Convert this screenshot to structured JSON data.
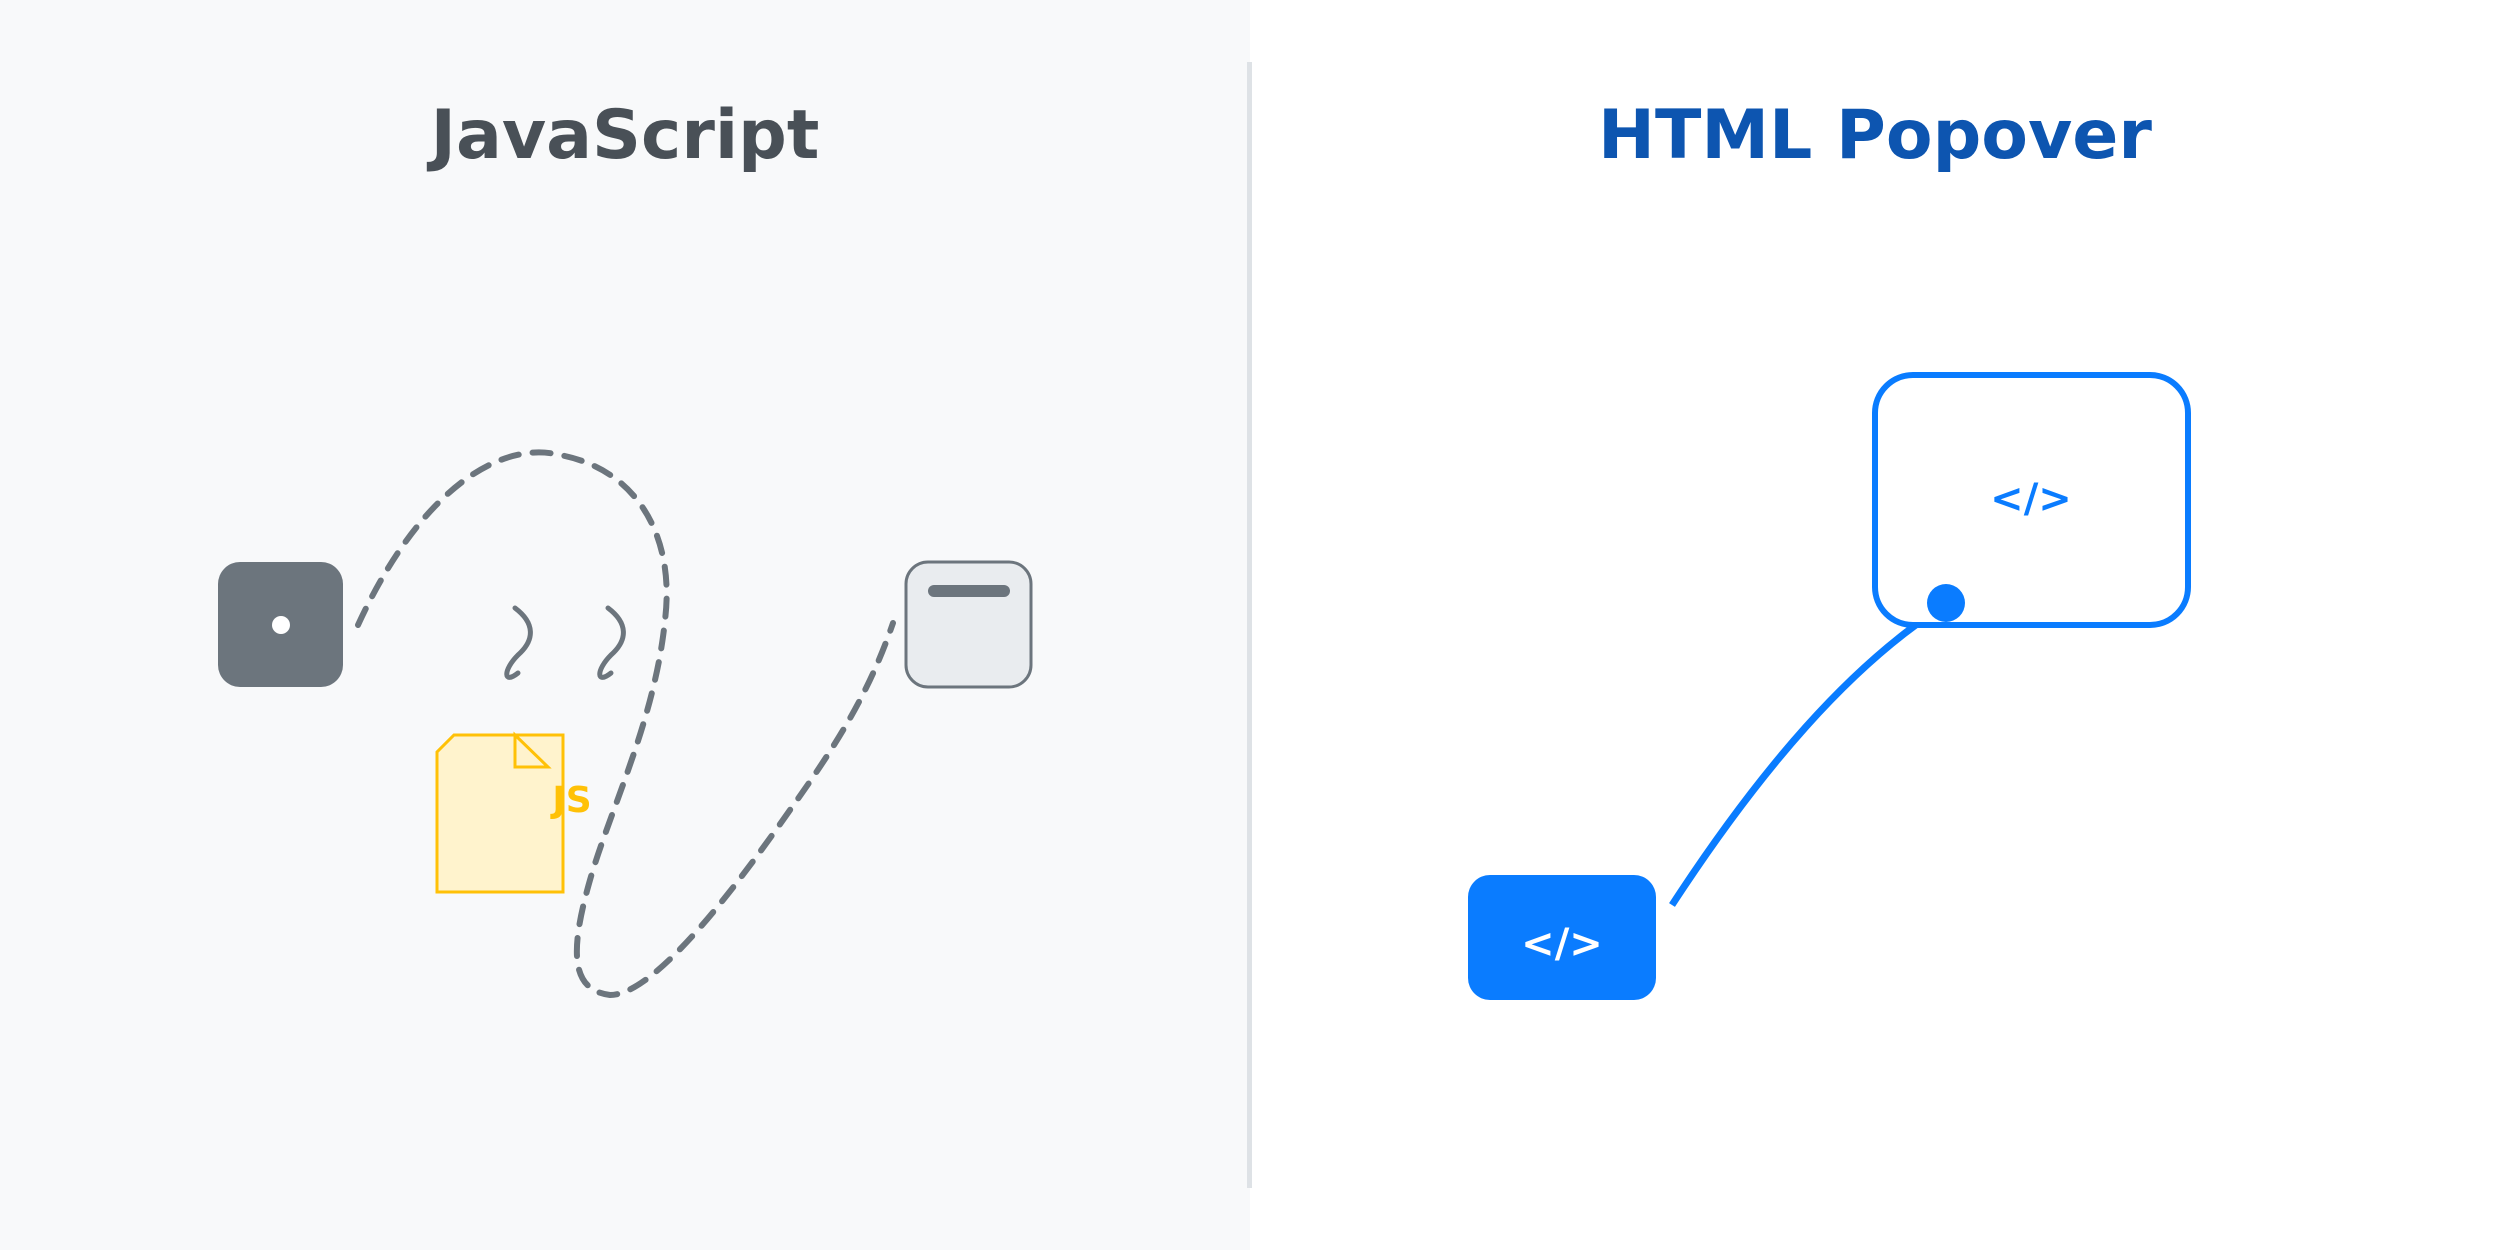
{
  "left_panel": {
    "title": "JavaScript",
    "file_icon_label": "JS",
    "colors": {
      "background": "#f8f9fa",
      "title": "#495057",
      "trigger_fill": "#6c757d",
      "dashed_path": "#6c757d",
      "file_stroke": "#ffc107",
      "file_fill": "#fff3cd",
      "popup_fill": "#e9ecef",
      "popup_stroke": "#6c757d",
      "divider": "#dee2e6"
    },
    "icons": [
      "click-trigger-icon",
      "squiggle-icon",
      "js-file-icon",
      "popup-window-icon"
    ]
  },
  "right_panel": {
    "title": "HTML Popover",
    "trigger_label": "</>",
    "popover_label": "</>",
    "colors": {
      "background": "#ffffff",
      "title": "#0d55b0",
      "accent": "#0a7cff",
      "code_text": "#ffffff"
    },
    "icons": [
      "html-trigger-button-icon",
      "connection-line",
      "popover-box-icon"
    ]
  }
}
